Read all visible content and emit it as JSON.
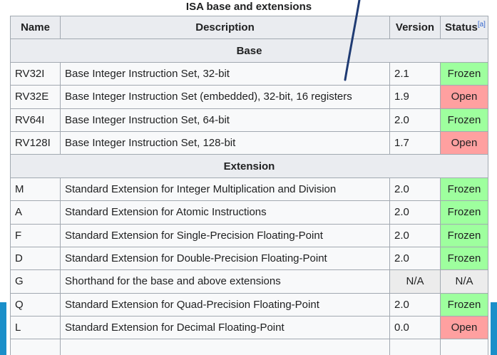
{
  "caption": "ISA base and extensions",
  "headers": {
    "name": "Name",
    "description": "Description",
    "version": "Version",
    "status": "Status",
    "status_note": "[a]"
  },
  "sections": {
    "base": "Base",
    "extension": "Extension"
  },
  "base_rows": [
    {
      "name": "RV32I",
      "description": "Base Integer Instruction Set, 32-bit",
      "version": "2.1",
      "status": "Frozen"
    },
    {
      "name": "RV32E",
      "description": "Base Integer Instruction Set (embedded), 32-bit, 16 registers",
      "version": "1.9",
      "status": "Open"
    },
    {
      "name": "RV64I",
      "description": "Base Integer Instruction Set, 64-bit",
      "version": "2.0",
      "status": "Frozen"
    },
    {
      "name": "RV128I",
      "description": "Base Integer Instruction Set, 128-bit",
      "version": "1.7",
      "status": "Open"
    }
  ],
  "extension_rows": [
    {
      "name": "M",
      "description": "Standard Extension for Integer Multiplication and Division",
      "version": "2.0",
      "status": "Frozen"
    },
    {
      "name": "A",
      "description": "Standard Extension for Atomic Instructions",
      "version": "2.0",
      "status": "Frozen"
    },
    {
      "name": "F",
      "description": "Standard Extension for Single-Precision Floating-Point",
      "version": "2.0",
      "status": "Frozen"
    },
    {
      "name": "D",
      "description": "Standard Extension for Double-Precision Floating-Point",
      "version": "2.0",
      "status": "Frozen"
    },
    {
      "name": "G",
      "description": "Shorthand for the base and above extensions",
      "version": "N/A",
      "status": "N/A"
    },
    {
      "name": "Q",
      "description": "Standard Extension for Quad-Precision Floating-Point",
      "version": "2.0",
      "status": "Frozen"
    },
    {
      "name": "L",
      "description": "Standard Extension for Decimal Floating-Point",
      "version": "0.0",
      "status": "Open"
    },
    {
      "name": "",
      "description": "",
      "version": "",
      "status": ""
    }
  ],
  "colors": {
    "frozen": "#9eff9e",
    "open": "#ffa0a0",
    "na": "#ececec",
    "header_bg": "#eaecf0",
    "cell_bg": "#f8f9fa",
    "border": "#a2a9b1",
    "link": "#3366cc",
    "pen_stroke": "#1f3b73",
    "edge_accent": "#1a8fc9"
  }
}
